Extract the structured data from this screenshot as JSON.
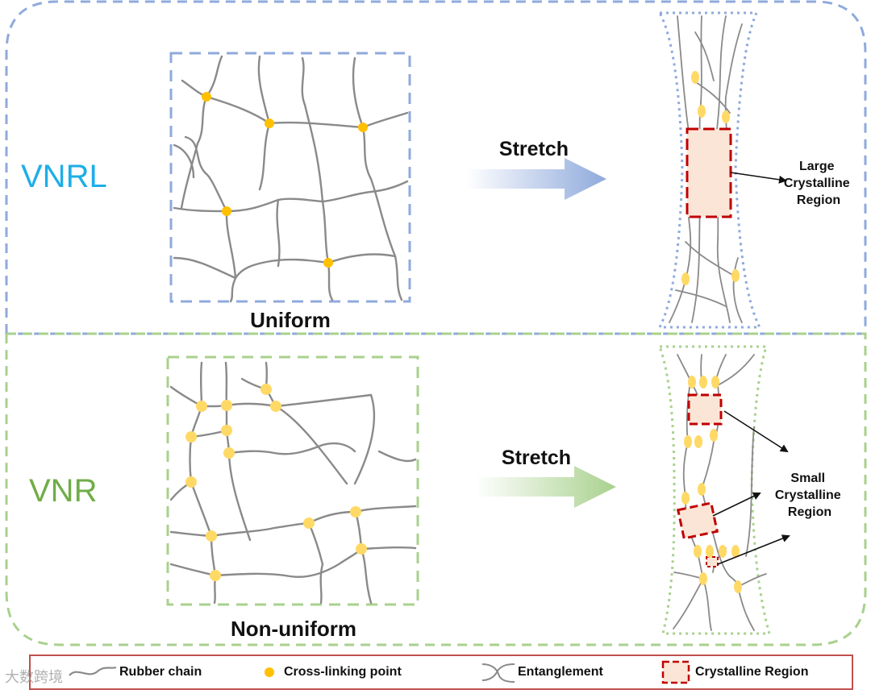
{
  "colors": {
    "vnrl_accent": "#1eaee8",
    "vnr_accent": "#70ad47",
    "blue_dash": "#8faadc",
    "green_dash": "#a9d18e",
    "crosslink": "#ffc000",
    "crystal_border": "#c00000",
    "crystal_fill": "#fbe5d6",
    "legend_border": "#c0504d"
  },
  "top_panel": {
    "sample_label": "VNRL",
    "network_caption": "Uniform",
    "arrow_label": "Stretch",
    "crystal_annotation": [
      "Large",
      "Crystalline",
      "Region"
    ]
  },
  "bottom_panel": {
    "sample_label": "VNR",
    "network_caption": "Non-uniform",
    "arrow_label": "Stretch",
    "crystal_annotation": [
      "Small",
      "Crystalline",
      "Region"
    ]
  },
  "legend": {
    "rubber_chain": "Rubber chain",
    "crosslink": "Cross-linking point",
    "entanglement": "Entanglement",
    "crystalline": "Crystalline Region"
  },
  "watermark": "大数跨境"
}
